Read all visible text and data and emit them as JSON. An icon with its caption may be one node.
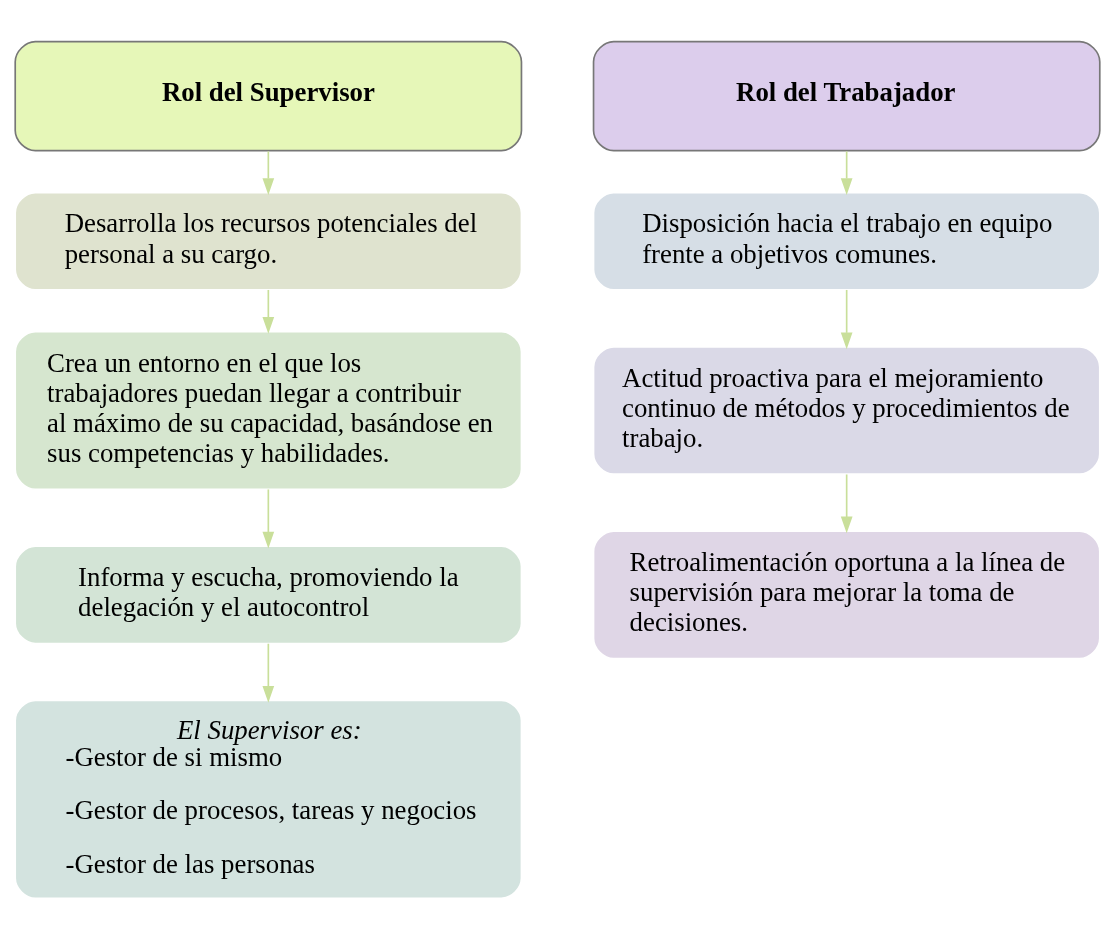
{
  "diagram": {
    "nodes": [
      {
        "text": [
          "Rol del Supervisor"
        ]
      },
      {
        "text": [
          "Desarrolla los recursos potenciales del personal a su cargo."
        ]
      },
      {
        "text": [
          "Crea un entorno en el que los trabajadores puedan llegar a contribuir al máximo de su capacidad, basándose en sus competencias y habilidades."
        ]
      },
      {
        "text": [
          "Informa y escucha, promoviendo la delegación y el autocontrol"
        ]
      },
      {
        "text": [
          "El Supervisor es:",
          "-Gestor de si mismo",
          "-Gestor de procesos, tareas y negocios",
          "-Gestor de las personas"
        ]
      },
      {
        "text": [
          "Rol del Trabajador"
        ]
      },
      {
        "text": [
          "Disposición hacia el trabajo en equipo frente a objetivos comunes."
        ]
      },
      {
        "text": [
          "Actitud proactiva para el mejoramiento continuo de métodos y procedimientos de trabajo."
        ]
      },
      {
        "text": [
          "Retroalimentación oportuna a la línea de supervisión para mejorar la toma de decisiones."
        ]
      }
    ],
    "edges": [
      {
        "from": 0,
        "to": 1,
        "arrow": "to"
      },
      {
        "from": 1,
        "to": 2,
        "arrow": "to"
      },
      {
        "from": 2,
        "to": 3,
        "arrow": "to"
      },
      {
        "from": 3,
        "to": 4,
        "arrow": "to"
      },
      {
        "from": 5,
        "to": 6,
        "arrow": "to"
      },
      {
        "from": 6,
        "to": 7,
        "arrow": "to"
      },
      {
        "from": 7,
        "to": 8,
        "arrow": "to"
      }
    ]
  }
}
